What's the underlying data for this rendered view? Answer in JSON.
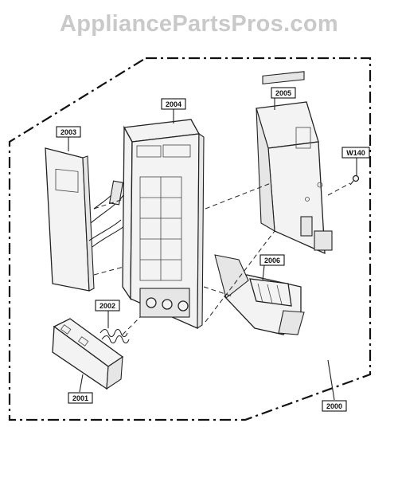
{
  "watermark": "AppliancePartsPros.com",
  "labels": {
    "assembly": "2000",
    "door_panel": "2003",
    "control_panel": "2004",
    "pcb": "2005",
    "bracket": "2006",
    "screw": "W140",
    "spring": "2002",
    "button": "2001"
  }
}
